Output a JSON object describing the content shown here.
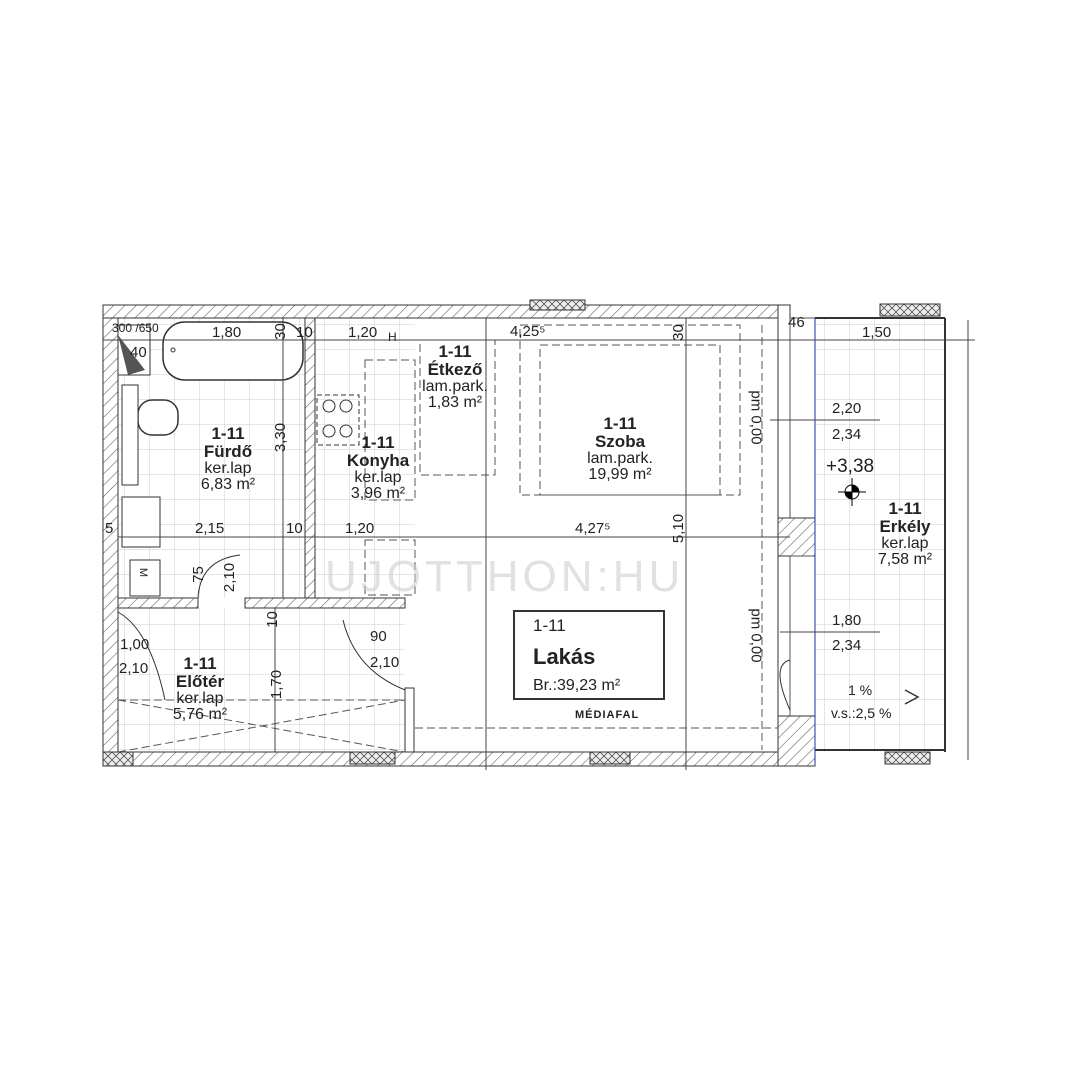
{
  "rooms": [
    {
      "id": "1-11",
      "name": "Fürdő",
      "floor": "ker.lap",
      "area": "6,83 m²"
    },
    {
      "id": "1-11",
      "name": "Étkező",
      "floor": "lam.park.",
      "area": "1,83 m²"
    },
    {
      "id": "1-11",
      "name": "Szoba",
      "floor": "lam.park.",
      "area": "19,99 m²"
    },
    {
      "id": "1-11",
      "name": "Konyha",
      "floor": "ker.lap",
      "area": "3,96 m²"
    },
    {
      "id": "1-11",
      "name": "Előtér",
      "floor": "ker.lap",
      "area": "5,76 m²"
    },
    {
      "id": "1-11",
      "name": "Erkély",
      "floor": "ker.lap",
      "area": "7,58 m²"
    }
  ],
  "apartment": {
    "id": "1-11",
    "name": "Lakás",
    "area": "Br.:39,23 m²"
  },
  "dimensions": {
    "d300": "300 /650",
    "d40": "40",
    "d180": "1,80",
    "d30a": "30",
    "d10a": "10",
    "d120a": "1,20",
    "dH": "H",
    "d4255": "4,25⁵",
    "d30b": "30",
    "d46": "46",
    "d150": "1,50",
    "d330": "3,30",
    "d5": "5",
    "d215": "2,15",
    "d10b": "10",
    "d120b": "1,20",
    "d4275": "4,27⁵",
    "d510": "5,10",
    "d75": "75",
    "d210a": "2,10",
    "d10c": "10",
    "d100": "1,00",
    "d210b": "2,10",
    "d90": "90",
    "d210c": "2,10",
    "d170": "1,70",
    "dM": "M",
    "w1top": "2,20",
    "w1bot": "2,34",
    "w2top": "1,80",
    "w2bot": "2,34",
    "pm1": "pm 0,00",
    "pm2": "pm 0,00",
    "level": "+3,38",
    "slope1": "1 %",
    "slope2": "v.s.:2,5 %"
  },
  "labels": {
    "mediafal": "MÉDIAFAL",
    "watermark": "UJOTTHON:HU"
  }
}
